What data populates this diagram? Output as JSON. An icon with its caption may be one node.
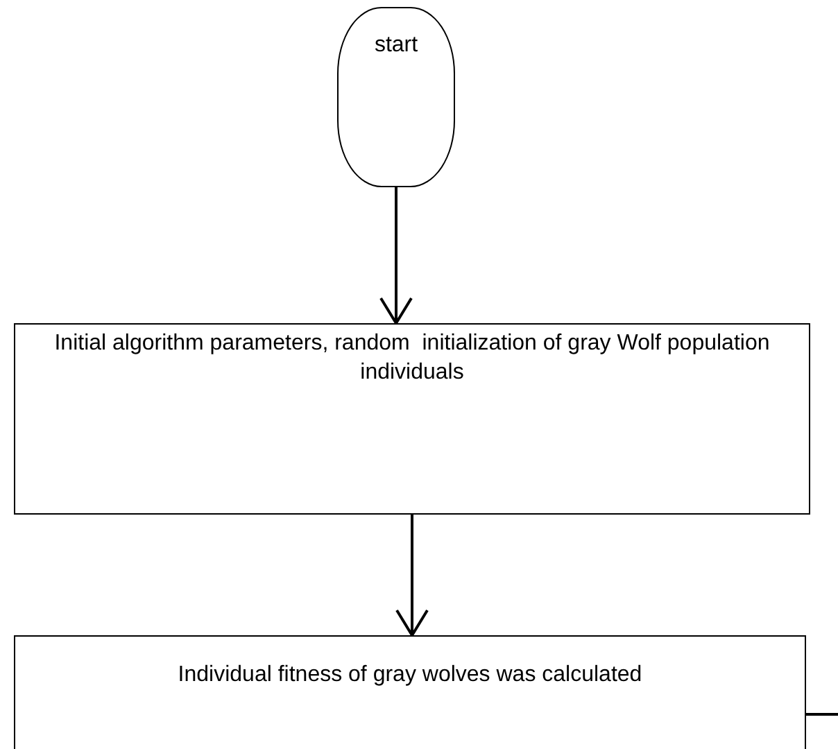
{
  "diagram": {
    "nodes": [
      {
        "text": [
          "start"
        ]
      },
      {
        "text": [
          "Initial algorithm parameters, random  initialization of gray Wolf population individuals"
        ]
      },
      {
        "text": [
          "Individual fitness of gray wolves was calculated"
        ]
      }
    ],
    "edges": [
      {
        "from": 0,
        "to": 1,
        "arrow": "to"
      },
      {
        "from": 1,
        "to": 2,
        "arrow": "to"
      },
      {
        "from": 2,
        "to": null,
        "arrow": "none"
      }
    ]
  }
}
